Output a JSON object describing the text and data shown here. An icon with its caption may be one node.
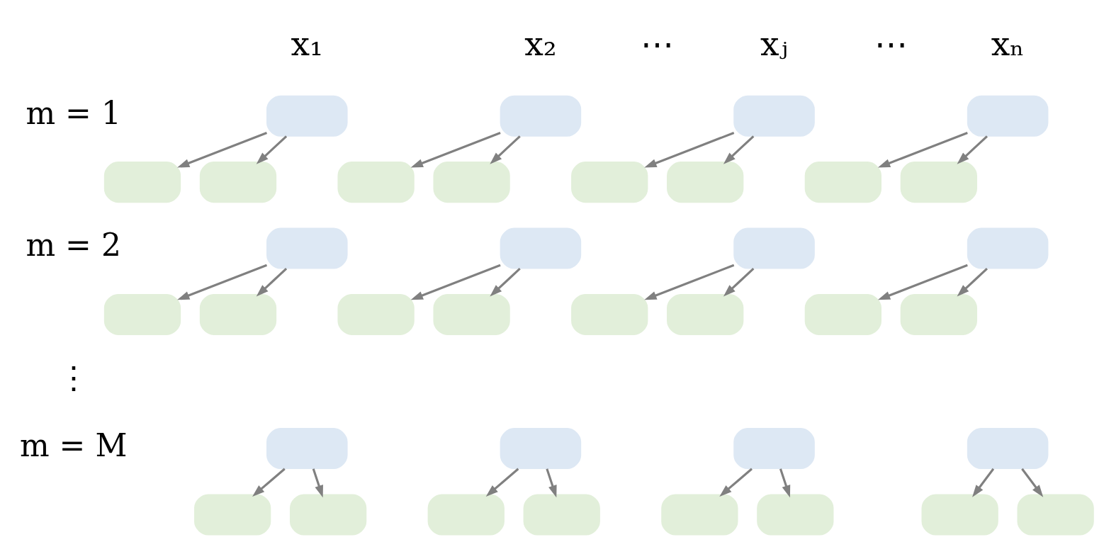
{
  "diagram": {
    "nodes": [
      {
        "text": [],
        "shape": "box"
      },
      {
        "text": [],
        "shape": "box"
      },
      {
        "text": [],
        "shape": "box"
      },
      {
        "text": [],
        "shape": "box"
      },
      {
        "text": [],
        "shape": "box"
      },
      {
        "text": [],
        "shape": "box"
      },
      {
        "text": [],
        "shape": "box"
      },
      {
        "text": [],
        "shape": "box"
      },
      {
        "text": [],
        "shape": "box"
      },
      {
        "text": [],
        "shape": "box"
      },
      {
        "text": [],
        "shape": "box"
      },
      {
        "text": [],
        "shape": "box"
      },
      {
        "text": [],
        "shape": "box"
      },
      {
        "text": [],
        "shape": "box"
      },
      {
        "text": [],
        "shape": "box"
      },
      {
        "text": [],
        "shape": "box"
      },
      {
        "text": [],
        "shape": "box"
      },
      {
        "text": [],
        "shape": "box"
      },
      {
        "text": [],
        "shape": "box"
      },
      {
        "text": [],
        "shape": "box"
      },
      {
        "text": [],
        "shape": "box"
      },
      {
        "text": [],
        "shape": "box"
      },
      {
        "text": [],
        "shape": "box"
      },
      {
        "text": [],
        "shape": "box"
      },
      {
        "text": [],
        "shape": "box"
      },
      {
        "text": [],
        "shape": "box"
      },
      {
        "text": [],
        "shape": "box"
      },
      {
        "text": [],
        "shape": "box"
      },
      {
        "text": [],
        "shape": "box"
      },
      {
        "text": [],
        "shape": "box"
      },
      {
        "text": [],
        "shape": "box"
      },
      {
        "text": [],
        "shape": "box"
      },
      {
        "text": [],
        "shape": "box"
      },
      {
        "text": [],
        "shape": "box"
      },
      {
        "text": [],
        "shape": "box"
      },
      {
        "text": [],
        "shape": "box"
      }
    ],
    "edges": [
      {
        "from": 0,
        "to": 1,
        "arrow": "to"
      },
      {
        "from": 0,
        "to": 2,
        "arrow": "to"
      },
      {
        "from": 3,
        "to": 4,
        "arrow": "to"
      },
      {
        "from": 3,
        "to": 5,
        "arrow": "to"
      },
      {
        "from": 6,
        "to": 7,
        "arrow": "to"
      },
      {
        "from": 6,
        "to": 8,
        "arrow": "to"
      },
      {
        "from": 9,
        "to": 10,
        "arrow": "to"
      },
      {
        "from": 9,
        "to": 11,
        "arrow": "to"
      },
      {
        "from": 12,
        "to": 13,
        "arrow": "to"
      },
      {
        "from": 12,
        "to": 14,
        "arrow": "to"
      },
      {
        "from": 15,
        "to": 16,
        "arrow": "to"
      },
      {
        "from": 15,
        "to": 17,
        "arrow": "to"
      },
      {
        "from": 18,
        "to": 19,
        "arrow": "to"
      },
      {
        "from": 18,
        "to": 20,
        "arrow": "to"
      },
      {
        "from": 21,
        "to": 22,
        "arrow": "to"
      },
      {
        "from": 21,
        "to": 23,
        "arrow": "to"
      },
      {
        "from": 24,
        "to": 25,
        "arrow": "to"
      },
      {
        "from": 24,
        "to": 26,
        "arrow": "to"
      },
      {
        "from": 27,
        "to": 28,
        "arrow": "to"
      },
      {
        "from": 27,
        "to": 29,
        "arrow": "to"
      },
      {
        "from": 30,
        "to": 31,
        "arrow": "to"
      },
      {
        "from": 30,
        "to": 32,
        "arrow": "to"
      },
      {
        "from": 33,
        "to": 34,
        "arrow": "to"
      },
      {
        "from": 33,
        "to": 35,
        "arrow": "to"
      }
    ],
    "labels": [
      "x₁",
      "x₂",
      "⋯",
      "xⱼ",
      "⋯",
      "xₙ",
      "m = 1",
      "m = 2",
      "⋮",
      "m = M"
    ]
  }
}
